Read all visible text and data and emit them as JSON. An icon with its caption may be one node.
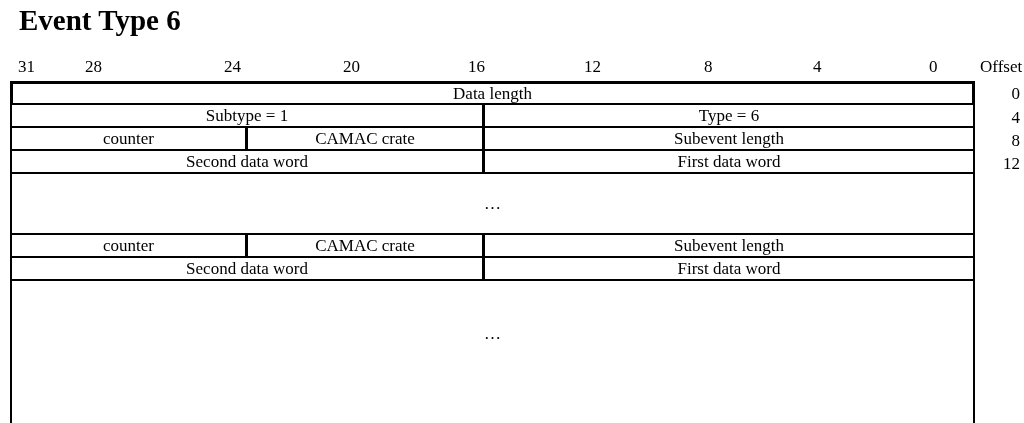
{
  "diagram": {
    "title": "Event Type 6",
    "labels": [
      "31",
      "28",
      "24",
      "20",
      "16",
      "12",
      "8",
      "4",
      "0",
      "Offset",
      "Data length",
      "0",
      "Subtype = 1",
      "Type = 6",
      "4",
      "counter",
      "CAMAC crate",
      "Subevent length",
      "8",
      "Second data word",
      "First data word",
      "12",
      "…",
      "counter",
      "CAMAC crate",
      "Subevent length",
      "Second data word",
      "First data word",
      "…"
    ]
  }
}
